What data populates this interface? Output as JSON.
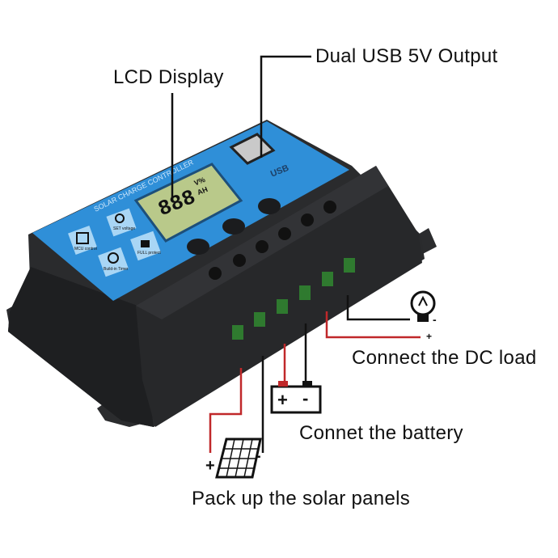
{
  "labels": {
    "lcd": "LCD Display",
    "usb": "Dual USB 5V Output",
    "load": "Connect the DC load",
    "battery": "Connet the battery",
    "solar": "Pack up the solar panels"
  },
  "device": {
    "brand_text": "SOLAR CHARGE CONTROLLER",
    "lcd_digits": "888",
    "lcd_unit_top": "V%",
    "lcd_unit_bottom": "AH",
    "usb_text": "USB",
    "features": [
      "MCU control",
      "SET voltage",
      "Build-in Timer",
      "FULL protect"
    ]
  },
  "polarity": {
    "plus": "+",
    "minus": "-"
  },
  "colors": {
    "blue_face": "#2f8fd8",
    "body": "#2a2b2d",
    "lcd": "#b9c98a",
    "terminal": "#2f7a2f",
    "wire_red": "#c0282a",
    "wire_black": "#111111"
  }
}
